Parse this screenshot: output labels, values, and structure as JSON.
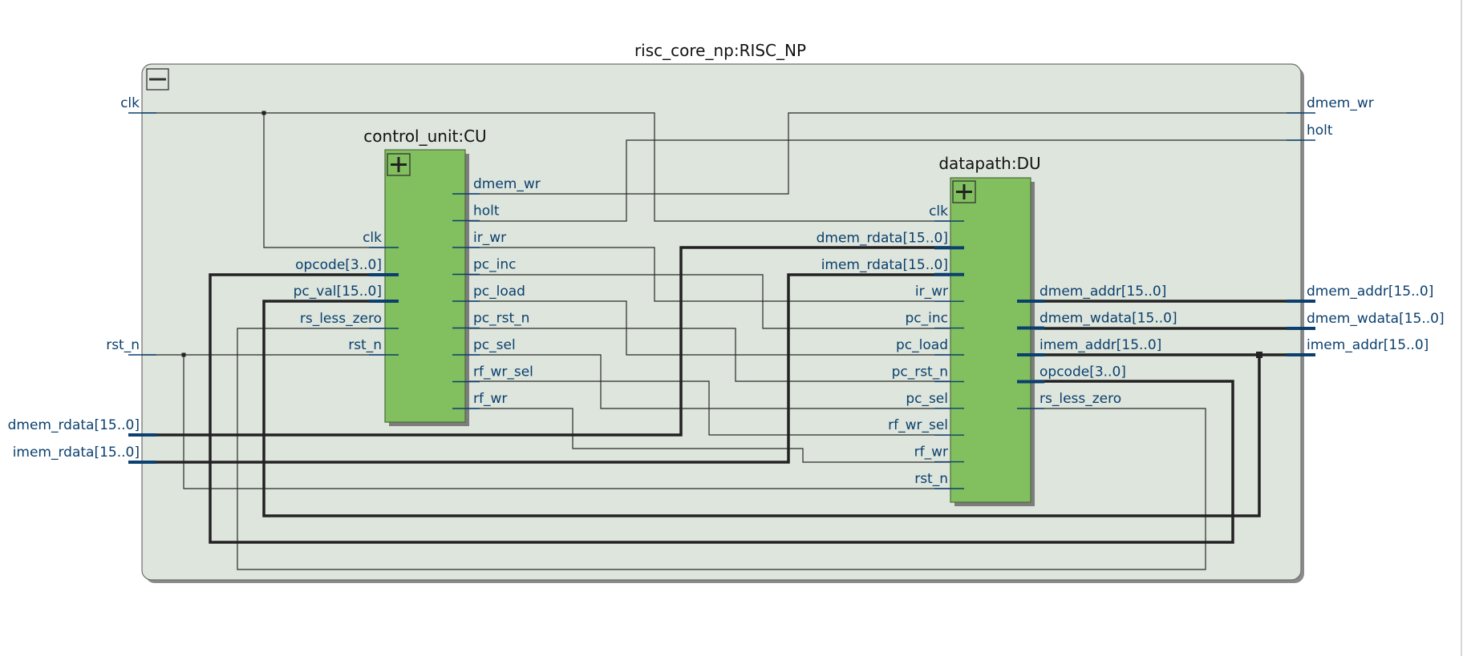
{
  "top_module": {
    "title": "risc_core_np:RISC_NP",
    "inputs": [
      "clk",
      "rst_n",
      "dmem_rdata[15..0]",
      "imem_rdata[15..0]"
    ],
    "outputs": [
      "dmem_wr",
      "holt",
      "dmem_addr[15..0]",
      "dmem_wdata[15..0]",
      "imem_addr[15..0]"
    ],
    "collapse_icon": "minus-icon"
  },
  "control_unit": {
    "title": "control_unit:CU",
    "inputs": [
      "clk",
      "opcode[3..0]",
      "pc_val[15..0]",
      "rs_less_zero",
      "rst_n"
    ],
    "outputs": [
      "dmem_wr",
      "holt",
      "ir_wr",
      "pc_inc",
      "pc_load",
      "pc_rst_n",
      "pc_sel",
      "rf_wr_sel",
      "rf_wr"
    ],
    "expand_icon": "plus-icon",
    "fill_color": "#82bf5e"
  },
  "datapath": {
    "title": "datapath:DU",
    "inputs": [
      "clk",
      "dmem_rdata[15..0]",
      "imem_rdata[15..0]",
      "ir_wr",
      "pc_inc",
      "pc_load",
      "pc_rst_n",
      "pc_sel",
      "rf_wr_sel",
      "rf_wr",
      "rst_n"
    ],
    "outputs": [
      "dmem_addr[15..0]",
      "dmem_wdata[15..0]",
      "imem_addr[15..0]",
      "opcode[3..0]",
      "rs_less_zero"
    ],
    "expand_icon": "plus-icon",
    "fill_color": "#82bf5e"
  },
  "colors": {
    "top_fill": "#dde5dc",
    "port_text": "#0b3f6e",
    "wire": "#2a2a2a"
  }
}
